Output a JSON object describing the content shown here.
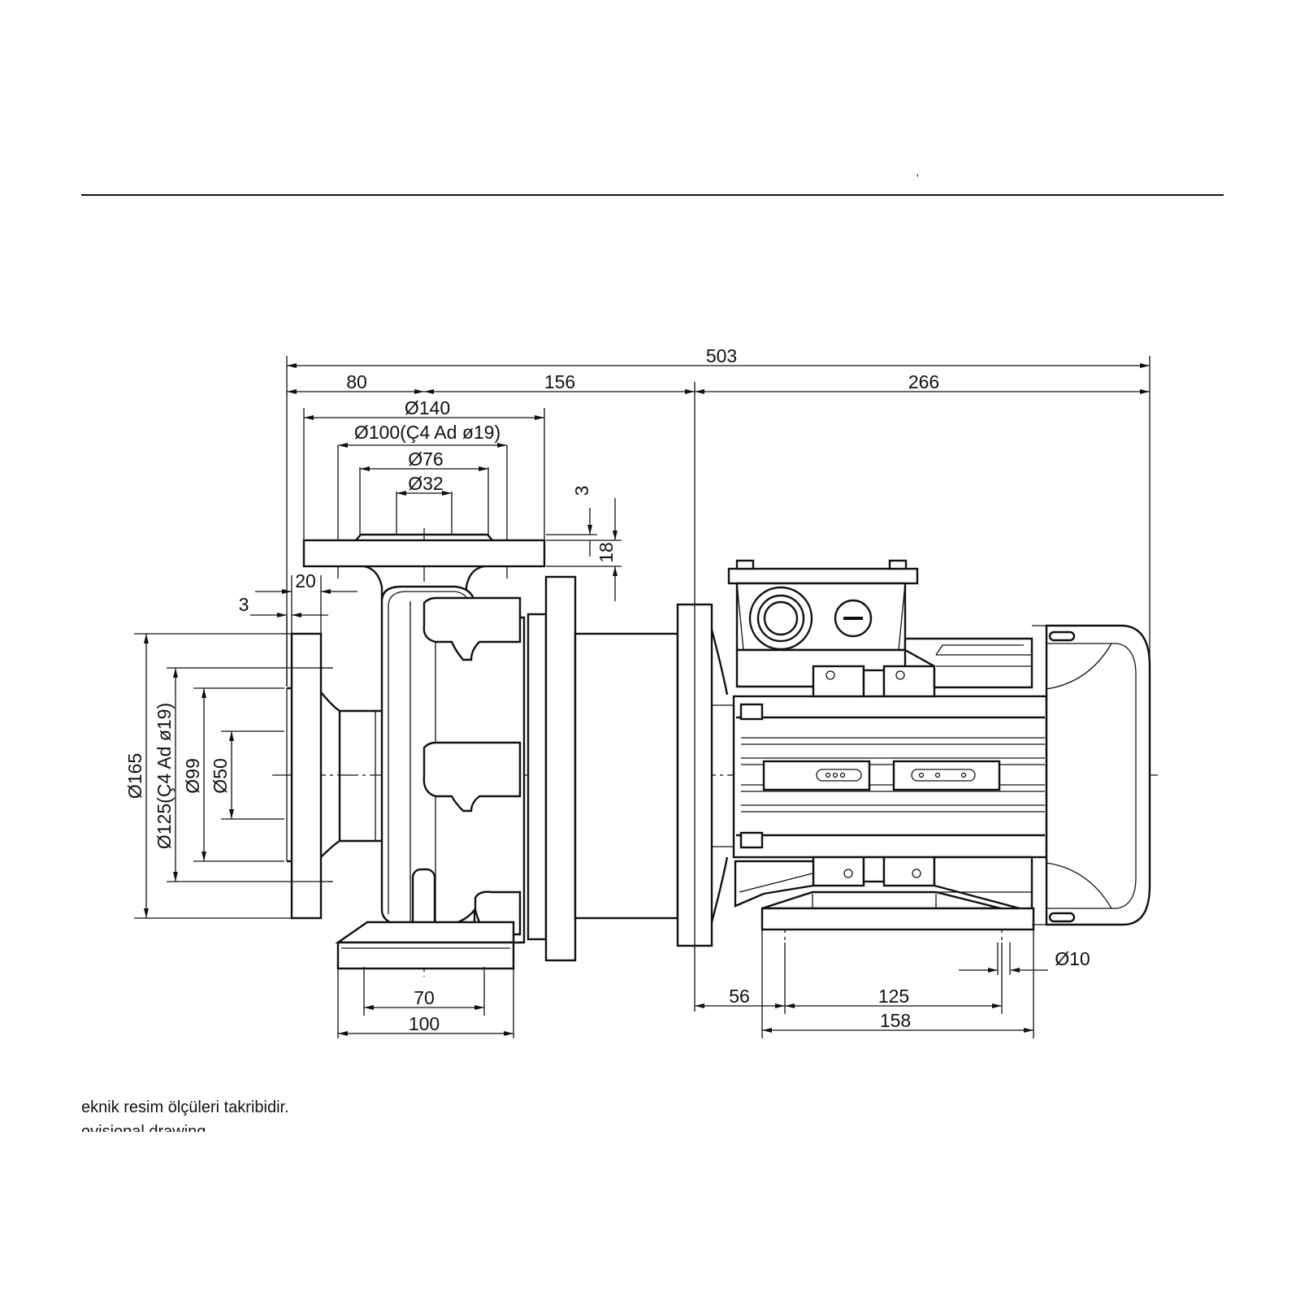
{
  "dimensions": {
    "overall_length": "503",
    "pump_length": "80",
    "middle_length": "156",
    "motor_length": "266",
    "outlet_flange_od": "Ø140",
    "outlet_bolt_circle": "Ø100(Ç4 Ad ø19)",
    "outlet_raised_face": "Ø76",
    "outlet_bore": "Ø32",
    "outlet_face_step": "3",
    "outlet_flange_thickness": "18",
    "inlet_flange_thickness": "20",
    "inlet_face_step": "3",
    "inlet_flange_od": "Ø165",
    "inlet_bolt_circle": "Ø125(Ç4 Ad ø19)",
    "inlet_raised_face": "Ø99",
    "inlet_bore": "Ø50",
    "pump_foot_holes": "70",
    "pump_foot_width": "100",
    "motor_foot_offset": "56",
    "motor_foot_holes": "125",
    "motor_foot_width": "158",
    "motor_foot_hole_dia": "Ø10"
  },
  "notes": {
    "line1": "eknik resim ölçüleri takribidir.",
    "line2": "ovisional drawing"
  },
  "header": {
    "mark": "'"
  }
}
